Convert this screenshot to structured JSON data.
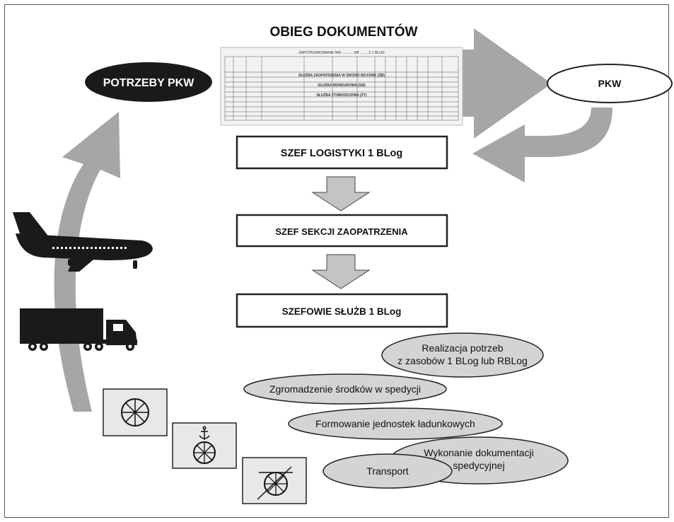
{
  "title": "OBIEG DOKUMENTÓW",
  "left_oval": "POTRZEBY PKW",
  "right_oval": "PKW",
  "boxes": [
    "SZEF LOGISTYKI 1 BLog",
    "SZEF SEKCJI ZAOPATRZENIA",
    "SZEFOWIE SŁUŻB 1 BLog"
  ],
  "document": {
    "header": "ZAPOTRZEBOWANIE NR/ ........... /08 ........ Z 1 BLOG",
    "sections": [
      "SŁUŻBA ZAOPATRZENIA W ŚRODKI BOJOWE (ŚB)",
      "SŁUŻBA MUNDUROWA (SM)",
      "SŁUŻBA ŻYWNOŚCIOWA (ŻY)"
    ]
  },
  "process_ovals": {
    "realizacja": [
      "Realizacja potrzeb",
      "z zasobów 1 BLog lub RBLog"
    ],
    "zgromadzenie": "Zgromadzenie środków w spedycji",
    "formowanie": "Formowanie jednostek ładunkowych",
    "wykonanie": [
      "Wykonanie dokumentacji",
      "spedycyjnej"
    ],
    "transport": "Transport"
  },
  "colors": {
    "arrow_gray": "#a6a6a6",
    "oval_gray": "#d4d4d4",
    "dark": "#1a1a1a",
    "border": "#222222"
  },
  "icons": [
    "airplane-icon",
    "truck-icon",
    "wheel-sign-icon",
    "anchor-wheel-sign-icon",
    "crossed-wheel-sign-icon"
  ]
}
